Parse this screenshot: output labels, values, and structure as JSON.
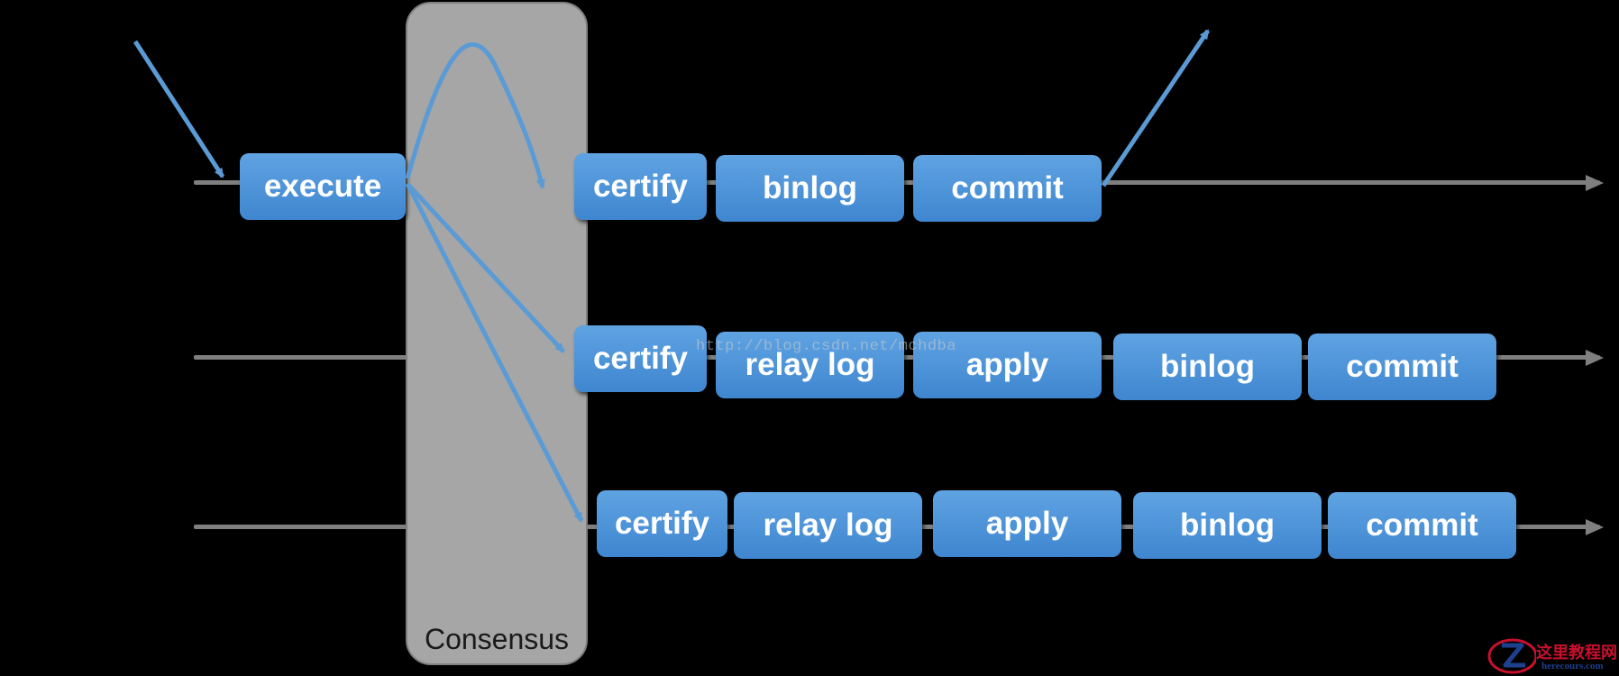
{
  "consensus": {
    "label": "Consensus"
  },
  "rows": [
    {
      "id": "row-1",
      "steps": [
        "execute",
        "certify",
        "binlog",
        "commit"
      ]
    },
    {
      "id": "row-2",
      "steps": [
        "certify",
        "relay log",
        "apply",
        "binlog",
        "commit"
      ]
    },
    {
      "id": "row-3",
      "steps": [
        "certify",
        "relay log",
        "apply",
        "binlog",
        "commit"
      ]
    }
  ],
  "watermark": "http://blog.csdn.net/mchdba",
  "logo": {
    "name": "这里教程网",
    "url": "herecours.com"
  },
  "colors": {
    "background": "#000000",
    "box": "#4a90d9",
    "box_text": "#ffffff",
    "timeline": "#7f7f7f",
    "flow_arrow": "#5b9bd5",
    "consensus_fill": "#a6a6a6"
  }
}
